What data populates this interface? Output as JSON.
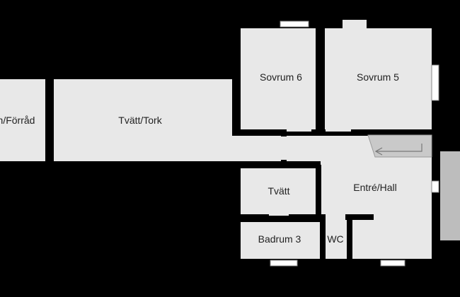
{
  "colors": {
    "background": "#000000",
    "floor": "#e8e8e8",
    "wall": "#000000",
    "window": "#ffffff",
    "stair": "#c9c9c9",
    "stair_arrow": "#777777",
    "entrance": "#bdbdbd"
  },
  "rooms": {
    "storage": "n/Förråd",
    "laundry_dry": "Tvätt/Tork",
    "bedroom6": "Sovrum 6",
    "bedroom5": "Sovrum 5",
    "laundry": "Tvätt",
    "entrance_hall": "Entré/Hall",
    "bathroom3": "Badrum 3",
    "wc": "WC"
  },
  "icons": {
    "stair": "stair-arrow-icon"
  }
}
